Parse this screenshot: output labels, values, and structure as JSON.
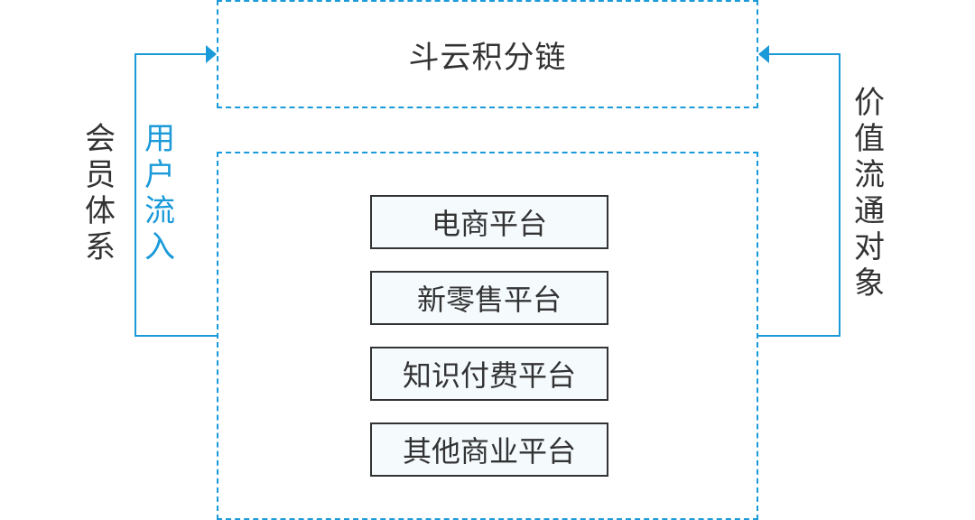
{
  "top_box": {
    "title": "斗云积分链"
  },
  "platforms": [
    "电商平台",
    "新零售平台",
    "知识付费平台",
    "其他商业平台"
  ],
  "left_outer_label": [
    "会",
    "员",
    "体",
    "系"
  ],
  "left_inner_label": [
    "用",
    "户",
    "流",
    "入"
  ],
  "right_label": [
    "价",
    "值",
    "流",
    "通",
    "对",
    "象"
  ],
  "colors": {
    "accent": "#1a9ad9",
    "text": "#333333",
    "box_fill": "#f5fafd"
  }
}
